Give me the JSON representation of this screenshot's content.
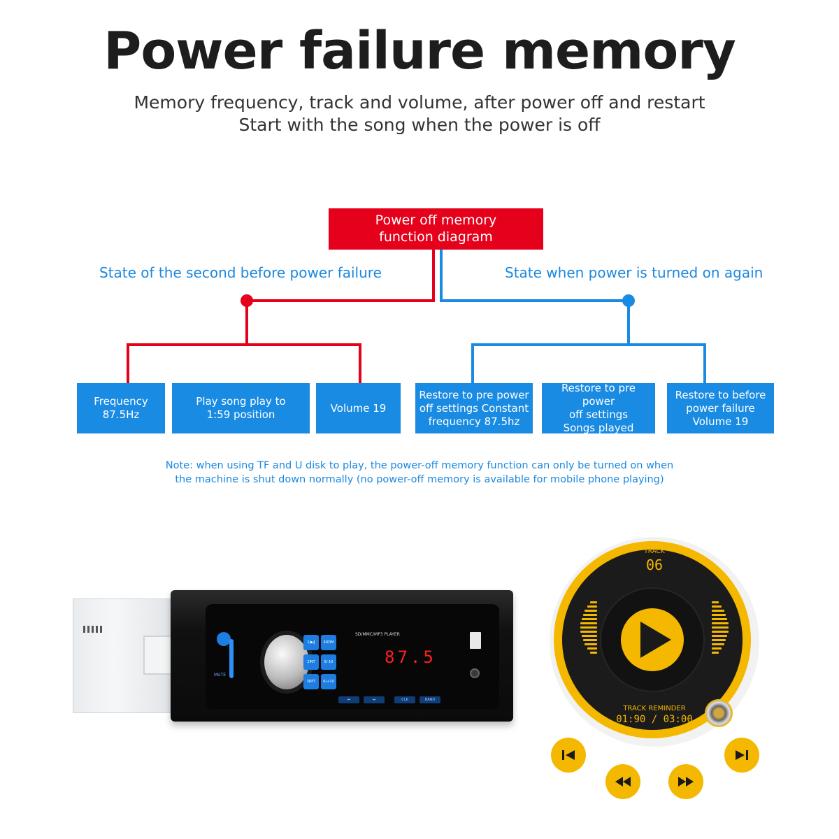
{
  "header": {
    "title": "Power failure memory",
    "subtitle_line1": "Memory frequency, track and volume, after power off and restart",
    "subtitle_line2": "Start with the song when the power is off"
  },
  "diagram": {
    "title_line1": "Power off memory",
    "title_line2": "function diagram",
    "left_branch_label": "State of the second before power failure",
    "right_branch_label": "State when power is turned on again",
    "colors": {
      "red": "#e5001b",
      "blue": "#1a8be3"
    },
    "left_boxes": [
      {
        "text": "Frequency\n87.5Hz"
      },
      {
        "text": "Play song play to\n1:59 position"
      },
      {
        "text": "Volume 19"
      }
    ],
    "right_boxes": [
      {
        "text": "Restore to pre power\noff settings  Constant\nfrequency 87.5hz"
      },
      {
        "text": "Restore to pre power\noff settings\nSongs played"
      },
      {
        "text": "Restore to before\npower failure\nVolume 19"
      }
    ]
  },
  "note": {
    "line1": "Note: when using TF and U disk to play, the power-off memory function can only be turned on when",
    "line2": "the machine is shut down normally (no power-off memory is available for mobile phone playing)"
  },
  "radio": {
    "display_label": "SD/MMC/MP3 PLAYER",
    "frequency_display": "87.5",
    "accent_color": "#1e7de0",
    "buttons": [
      "1/▶‖",
      "4RDM",
      "2INT",
      "5/-10",
      "3RPT",
      "6/+10"
    ],
    "bottom_buttons": [
      "⏮",
      "⏭",
      "CLK",
      "BAND"
    ],
    "side_labels": [
      "MUTE"
    ]
  },
  "player": {
    "track_label": "TRACK",
    "track_number": "06",
    "reminder_label": "TRACK REMINDER",
    "time": "01:90 / 03:00",
    "accent_color": "#f5b800",
    "controls": [
      "previous-icon",
      "rewind-icon",
      "fast-forward-icon",
      "next-icon"
    ]
  }
}
